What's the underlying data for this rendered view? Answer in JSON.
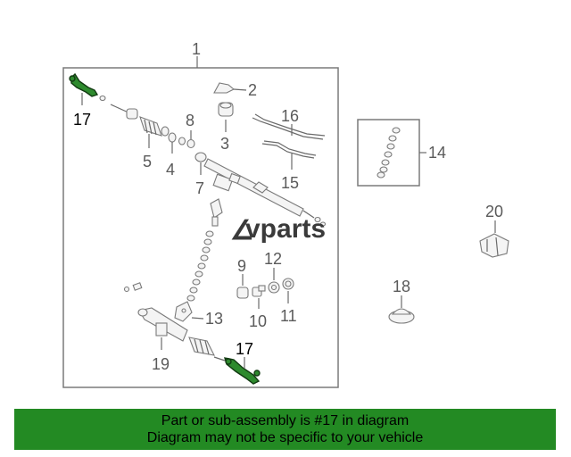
{
  "diagram": {
    "callouts": {
      "c1": "1",
      "c2": "2",
      "c3": "3",
      "c4": "4",
      "c5": "5",
      "c7": "7",
      "c8": "8",
      "c9": "9",
      "c10": "10",
      "c11": "11",
      "c12": "12",
      "c13": "13",
      "c14": "14",
      "c15": "15",
      "c16": "16",
      "c17a": "17",
      "c17b": "17",
      "c18": "18",
      "c19": "19",
      "c20": "20"
    },
    "highlight_color": "#2e8a2e",
    "watermark": {
      "mark": "∠",
      "text": "vparts"
    }
  },
  "banner": {
    "line1": "Part or sub-assembly is #17 in diagram",
    "line2": "Diagram may not be specific to your vehicle",
    "color": "#238a23"
  }
}
